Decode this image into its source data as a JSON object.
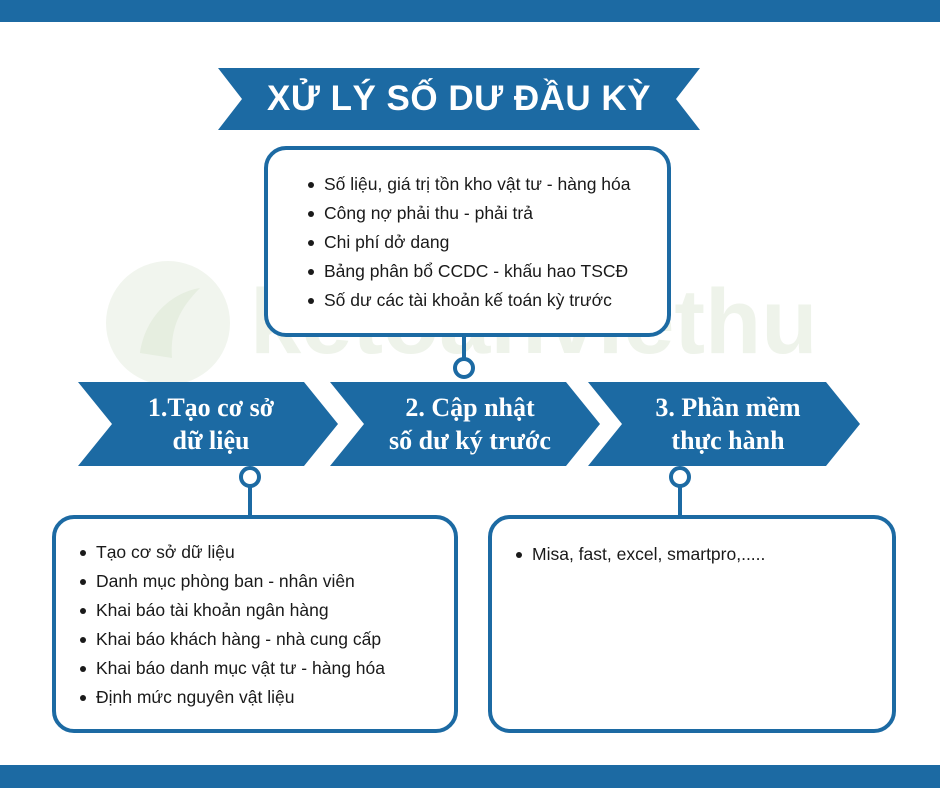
{
  "title": "XỬ LÝ SỐ DƯ ĐẦU KỲ",
  "watermark_text": "ketoanviethung",
  "colors": {
    "primary": "#1c6aa3",
    "watermark": "#eef3ea",
    "text": "#1a1a1a"
  },
  "top_box": {
    "items": [
      "Số liệu, giá trị tồn kho vật tư - hàng hóa",
      "Công nợ phải thu - phải trả",
      "Chi phí dở dang",
      "Bảng phân bổ CCDC - khấu hao TSCĐ",
      "Số dư các tài khoản kế toán kỳ trước"
    ]
  },
  "steps": [
    {
      "line1": "1.Tạo cơ sở",
      "line2": "dữ liệu"
    },
    {
      "line1": "2. Cập nhật",
      "line2": "số dư ký trước"
    },
    {
      "line1": "3. Phần mềm",
      "line2": "thực hành"
    }
  ],
  "left_box": {
    "items": [
      "Tạo cơ sở dữ liệu",
      "Danh mục phòng ban - nhân viên",
      "Khai báo tài khoản ngân hàng",
      "Khai báo khách hàng - nhà cung cấp",
      "Khai báo danh mục vật tư  - hàng hóa",
      "Định mức nguyên vật liệu"
    ]
  },
  "right_box": {
    "items": [
      "Misa, fast, excel, smartpro,....."
    ]
  }
}
